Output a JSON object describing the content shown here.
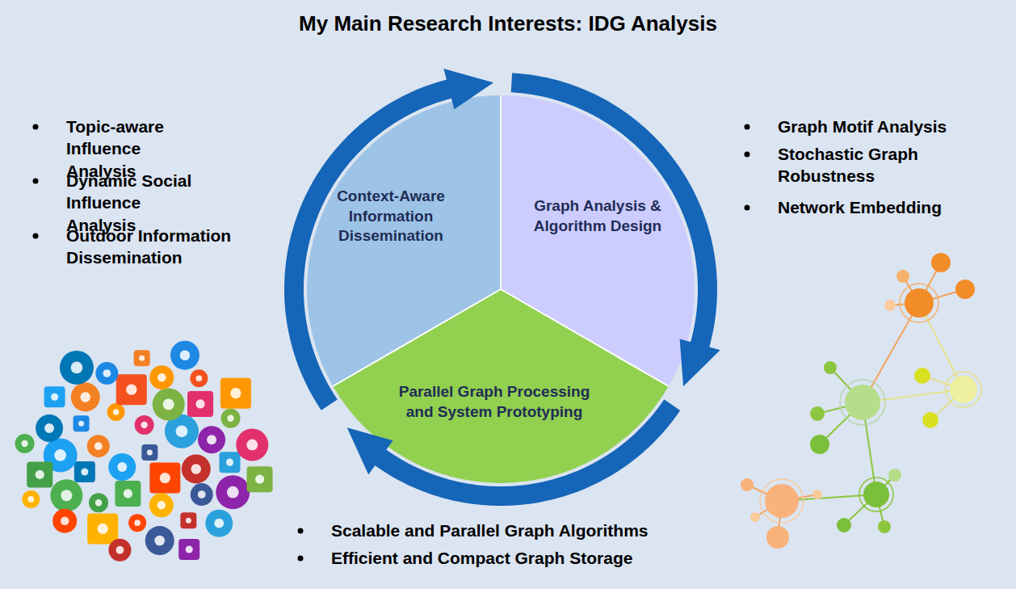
{
  "diagram": {
    "title": "My Main Research Interests: IDG Analysis",
    "nodes": [
      {
        "text": [
          "Context-Aware Information Dissemination"
        ]
      },
      {
        "text": [
          "Graph Analysis & Algorithm Design"
        ]
      },
      {
        "text": [
          "Parallel Graph Processing and System Prototyping"
        ]
      }
    ],
    "edges": [
      {
        "from": 0,
        "to": 1,
        "arrow": "to"
      },
      {
        "from": 1,
        "to": 2,
        "arrow": "to"
      },
      {
        "from": 2,
        "to": 0,
        "arrow": "to"
      }
    ],
    "labels": [
      "Topic-aware Influence Analysis",
      "Dynamic Social Influence Analysis",
      "Outdoor Information Dissemination",
      "Graph Motif Analysis",
      "Stochastic Graph Robustness",
      "Network Embedding",
      "Scalable and Parallel Graph Algorithms",
      "Efficient and Compact Graph Storage"
    ]
  }
}
